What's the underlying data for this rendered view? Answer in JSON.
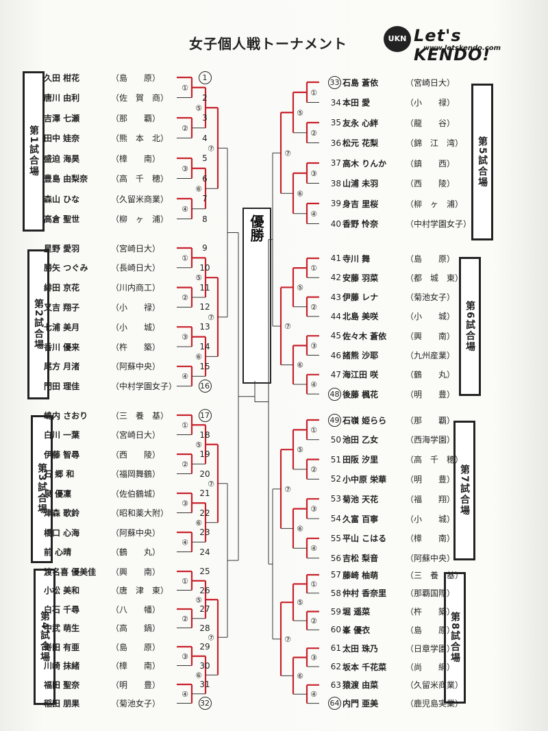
{
  "title": "女子個人戦トーナメント",
  "logo": {
    "crest": "UKN",
    "name": "Let's KENDO!",
    "url": "www.letskendo.com"
  },
  "champion": "優勝",
  "courts": [
    "第1試合場",
    "第2試合場",
    "第3試合場",
    "第4試合場",
    "第5試合場",
    "第6試合場",
    "第7試合場",
    "第8試合場"
  ],
  "left_entries": [
    {
      "num": "1",
      "name": "久田 柑花",
      "school": "（島　　原）",
      "circled": true
    },
    {
      "num": "2",
      "name": "唐川 由利",
      "school": "（佐　賀　商）"
    },
    {
      "num": "3",
      "name": "吉澤 七瀬",
      "school": "（那　　覇）"
    },
    {
      "num": "4",
      "name": "田中 娃奈",
      "school": "（熊　本　北）"
    },
    {
      "num": "5",
      "name": "盛迫 海昊",
      "school": "（樟　　南）"
    },
    {
      "num": "6",
      "name": "豊島 由梨奈",
      "school": "（高　千　穂）"
    },
    {
      "num": "7",
      "name": "森山 ひな",
      "school": "（久留米商業）"
    },
    {
      "num": "8",
      "name": "高倉 聖世",
      "school": "（柳　ヶ　浦）"
    },
    {
      "num": "9",
      "name": "星野 愛羽",
      "school": "（宮崎日大）"
    },
    {
      "num": "10",
      "name": "勝矢 つぐみ",
      "school": "（長崎日大）"
    },
    {
      "num": "11",
      "name": "緋田 京花",
      "school": "（川内商工）"
    },
    {
      "num": "12",
      "name": "又吉 翔子",
      "school": "（小　　禄）"
    },
    {
      "num": "13",
      "name": "七浦 美月",
      "school": "（小　　城）"
    },
    {
      "num": "14",
      "name": "香川 優来",
      "school": "（杵　　築）"
    },
    {
      "num": "15",
      "name": "尾方 月渚",
      "school": "（阿蘇中央）"
    },
    {
      "num": "16",
      "name": "門田 理佳",
      "school": "（中村学園女子）",
      "circled": true
    },
    {
      "num": "17",
      "name": "嶋内 さおり",
      "school": "（三　養　基）",
      "circled": true
    },
    {
      "num": "18",
      "name": "白川 一葉",
      "school": "（宮崎日大）"
    },
    {
      "num": "19",
      "name": "伊藤 智尋",
      "school": "（西　　陵）"
    },
    {
      "num": "20",
      "name": "石 郷 和",
      "school": "（福岡舞鶴）"
    },
    {
      "num": "21",
      "name": "泉 優凜",
      "school": "（佐伯鶴城）"
    },
    {
      "num": "22",
      "name": "津森 歌鈴",
      "school": "（昭和薬大附）"
    },
    {
      "num": "23",
      "name": "橋口 心海",
      "school": "（阿蘇中央）"
    },
    {
      "num": "24",
      "name": "前 心晴",
      "school": "（鶴　　丸）"
    },
    {
      "num": "25",
      "name": "渡名喜 優美佳",
      "school": "（興　　南）"
    },
    {
      "num": "26",
      "name": "小松 美和",
      "school": "（唐　津　東）"
    },
    {
      "num": "27",
      "name": "白石 千尋",
      "school": "（八　　幡）"
    },
    {
      "num": "28",
      "name": "中武 萌生",
      "school": "（高　　鍋）"
    },
    {
      "num": "29",
      "name": "嵜田 有亜",
      "school": "（島　　原）"
    },
    {
      "num": "30",
      "name": "川崎 抹緒",
      "school": "（樟　　南）"
    },
    {
      "num": "31",
      "name": "福田 聖奈",
      "school": "（明　　豊）"
    },
    {
      "num": "32",
      "name": "稲田 朋果",
      "school": "（菊池女子）",
      "circled": true
    }
  ],
  "right_entries": [
    {
      "num": "33",
      "name": "石島 蒼依",
      "school": "（宮崎日大）",
      "circled": true
    },
    {
      "num": "34",
      "name": "本田 愛",
      "school": "（小　　禄）"
    },
    {
      "num": "35",
      "name": "友永 心絆",
      "school": "（龍　　谷）"
    },
    {
      "num": "36",
      "name": "松元 花梨",
      "school": "（錦　江　湾）"
    },
    {
      "num": "37",
      "name": "高木 りんか",
      "school": "（鎮　　西）"
    },
    {
      "num": "38",
      "name": "山浦 未羽",
      "school": "（西　　陵）"
    },
    {
      "num": "39",
      "name": "身吉 里桜",
      "school": "（柳　ヶ　浦）"
    },
    {
      "num": "40",
      "name": "香野 怜奈",
      "school": "（中村学園女子）"
    },
    {
      "num": "41",
      "name": "寺川 舞",
      "school": "（島　　原）"
    },
    {
      "num": "42",
      "name": "安藤 羽菜",
      "school": "（都　城　東）"
    },
    {
      "num": "43",
      "name": "伊藤 レナ",
      "school": "（菊池女子）"
    },
    {
      "num": "44",
      "name": "北島 美咲",
      "school": "（小　　城）"
    },
    {
      "num": "45",
      "name": "佐々木 蒼依",
      "school": "（興　　南）"
    },
    {
      "num": "46",
      "name": "諸熊 沙耶",
      "school": "（九州産業）"
    },
    {
      "num": "47",
      "name": "海江田 咲",
      "school": "（鶴　　丸）"
    },
    {
      "num": "48",
      "name": "後藤 楓花",
      "school": "（明　　豊）",
      "circled": true
    },
    {
      "num": "49",
      "name": "石嶺 姫らら",
      "school": "（那　　覇）",
      "circled": true
    },
    {
      "num": "50",
      "name": "池田 乙女",
      "school": "（西海学園）"
    },
    {
      "num": "51",
      "name": "田阪 汐里",
      "school": "（高　千　穂）"
    },
    {
      "num": "52",
      "name": "小中原 栄華",
      "school": "（明　　豊）"
    },
    {
      "num": "53",
      "name": "菊池 天花",
      "school": "（福　　翔）"
    },
    {
      "num": "54",
      "name": "久富 百寧",
      "school": "（小　　城）"
    },
    {
      "num": "55",
      "name": "平山 こはる",
      "school": "（樟　　南）"
    },
    {
      "num": "56",
      "name": "吉松 梨音",
      "school": "（阿蘇中央）"
    },
    {
      "num": "57",
      "name": "藤崎 柚萌",
      "school": "（三　養　基）"
    },
    {
      "num": "58",
      "name": "仲村 香奈里",
      "school": "（那覇国際）"
    },
    {
      "num": "59",
      "name": "堀 遥菜",
      "school": "（杵　　築）"
    },
    {
      "num": "60",
      "name": "峯 優衣",
      "school": "（島　　原）"
    },
    {
      "num": "61",
      "name": "太田 珠乃",
      "school": "（日章学園）"
    },
    {
      "num": "62",
      "name": "坂本 千花菜",
      "school": "（尚　　絅）"
    },
    {
      "num": "63",
      "name": "猿渡 由菜",
      "school": "（久留米商業）"
    },
    {
      "num": "64",
      "name": "内門 亜美",
      "school": "（鹿児島実業）",
      "circled": true
    }
  ],
  "round_marks": [
    "①",
    "②",
    "③",
    "④",
    "⑤",
    "⑥",
    "⑦"
  ]
}
